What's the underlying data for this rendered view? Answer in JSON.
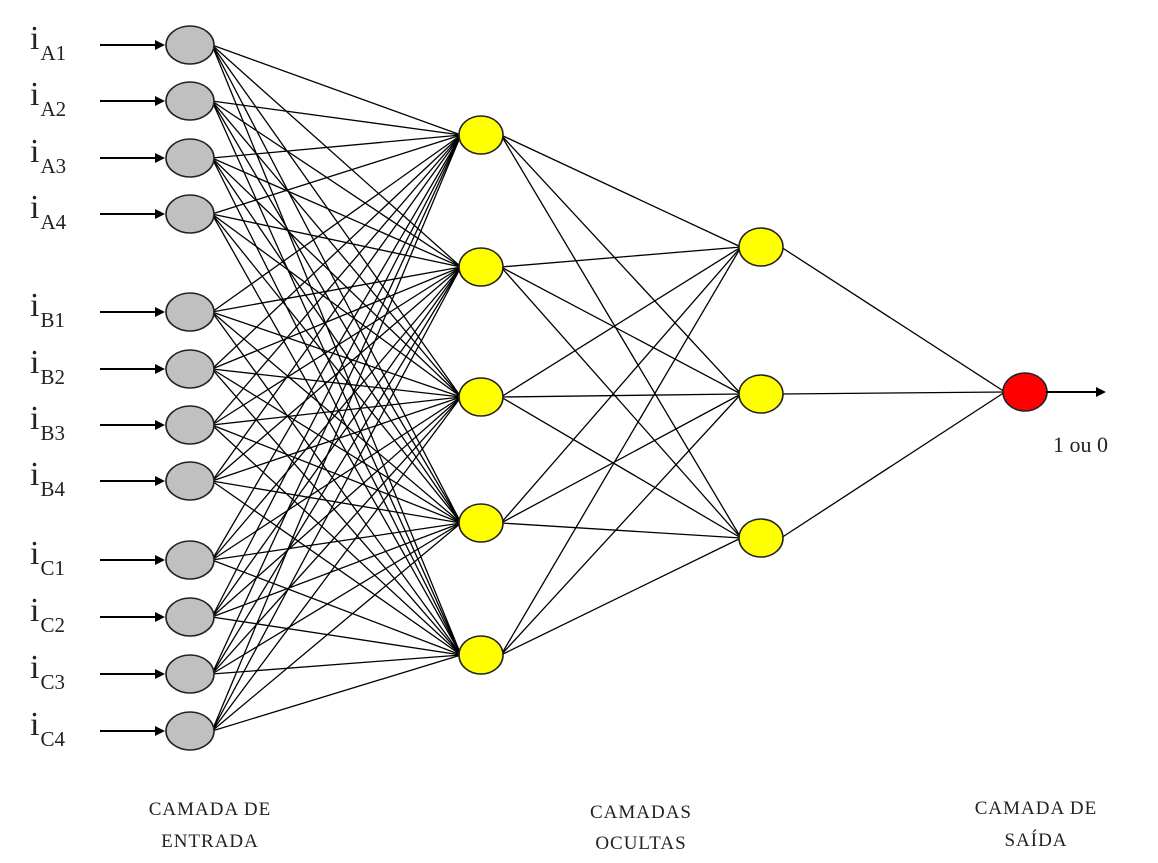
{
  "inputs": [
    {
      "prefix": "i",
      "sub": "A1"
    },
    {
      "prefix": "i",
      "sub": "A2"
    },
    {
      "prefix": "i",
      "sub": "A3"
    },
    {
      "prefix": "i",
      "sub": "A4"
    },
    {
      "prefix": "i",
      "sub": "B1"
    },
    {
      "prefix": "i",
      "sub": "B2"
    },
    {
      "prefix": "i",
      "sub": "B3"
    },
    {
      "prefix": "i",
      "sub": "B4"
    },
    {
      "prefix": "i",
      "sub": "C1"
    },
    {
      "prefix": "i",
      "sub": "C2"
    },
    {
      "prefix": "i",
      "sub": "C3"
    },
    {
      "prefix": "i",
      "sub": "C4"
    }
  ],
  "layers": {
    "input_count": 12,
    "hidden1_count": 5,
    "hidden2_count": 3,
    "output_count": 1
  },
  "output_value": "1 ou 0",
  "titles": {
    "input_line1": "CAMADA DE",
    "input_line2": "ENTRADA",
    "hidden_line1": "CAMADAS",
    "hidden_line2": "OCULTAS",
    "output_line1": "CAMADA DE",
    "output_line2": "SAÍDA"
  },
  "colors": {
    "input_node": "#c0c0c0",
    "hidden_node": "#ffff00",
    "output_node": "#ff0000",
    "edge": "#000000"
  }
}
